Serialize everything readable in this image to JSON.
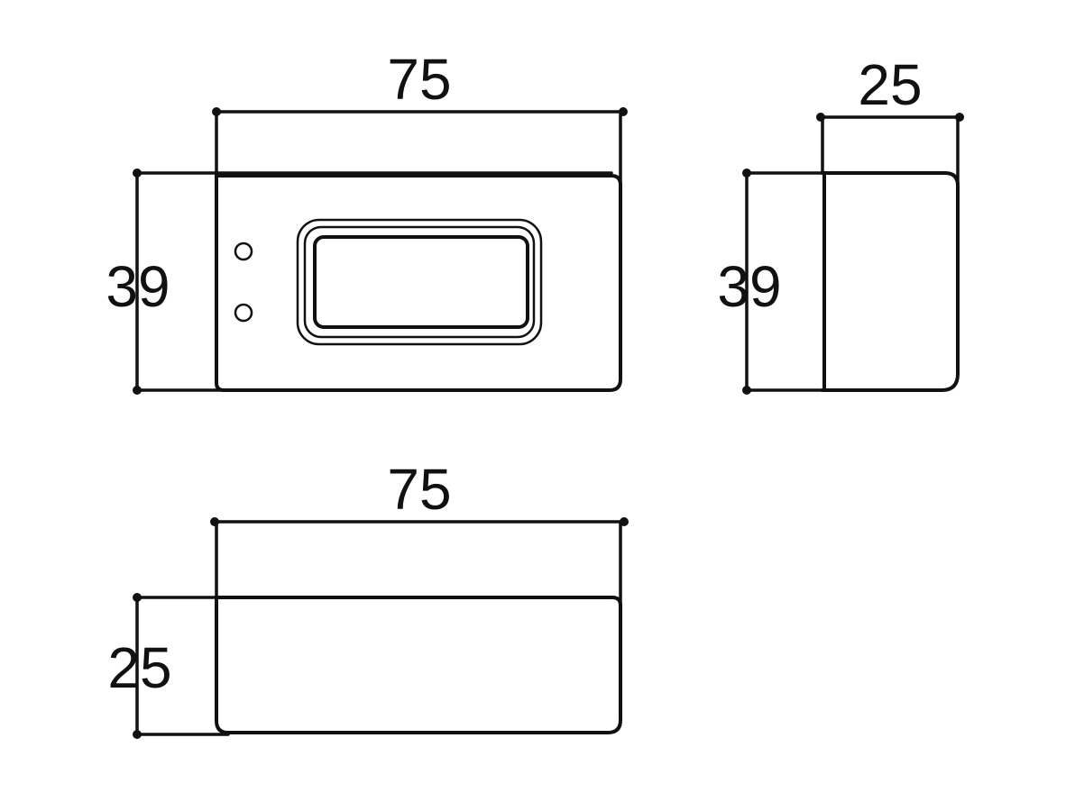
{
  "front_view": {
    "width_label": "75",
    "height_label": "39"
  },
  "side_view": {
    "width_label": "25",
    "height_label": "39"
  },
  "top_view": {
    "width_label": "75",
    "height_label": "25"
  },
  "colors": {
    "line": "#111111",
    "background": "#ffffff"
  }
}
